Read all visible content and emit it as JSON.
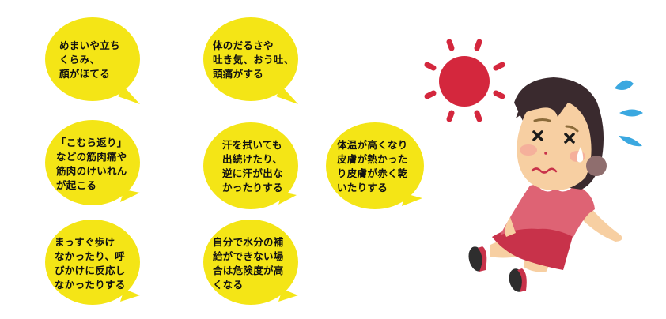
{
  "colors": {
    "bubble": "#F4E516",
    "text": "#111111",
    "sun": "#D4273D",
    "hair": "#3A2A2E",
    "skin": "#F7CFA2",
    "shirt": "#DE6374",
    "skirt": "#C8324A",
    "sweat": "#3BA8E0"
  },
  "bubbles": [
    {
      "id": "dizziness",
      "lines": [
        "めまいや立ち",
        "くらみ、",
        "顔がほてる"
      ]
    },
    {
      "id": "fatigue",
      "lines": [
        "体のだるさや",
        "吐き気、おう吐、",
        "頭痛がする"
      ]
    },
    {
      "id": "cramps",
      "lines": [
        "「こむら返り」",
        "などの筋肉痛や",
        "筋肉のけいれん",
        "が起こる"
      ]
    },
    {
      "id": "sweating",
      "lines": [
        "汗を拭いても",
        "出続けたり、",
        "逆に汗が出な",
        "かったりする"
      ]
    },
    {
      "id": "body-temp",
      "lines": [
        "体温が高くなり",
        "皮膚が熱かった",
        "り皮膚が赤く乾",
        "いたりする"
      ]
    },
    {
      "id": "consciousness",
      "lines": [
        "まっすぐ歩け",
        "なかったり、呼",
        "びかけに反応し",
        "なかったりする"
      ]
    },
    {
      "id": "hydration",
      "lines": [
        "自分で水分の補",
        "給ができない場",
        "合は危険度が高",
        "くなる"
      ]
    }
  ],
  "illustration": {
    "subject": "girl-with-heatstroke",
    "elements": [
      "sun-icon",
      "girl-figure",
      "sweat-drops-icon"
    ]
  }
}
